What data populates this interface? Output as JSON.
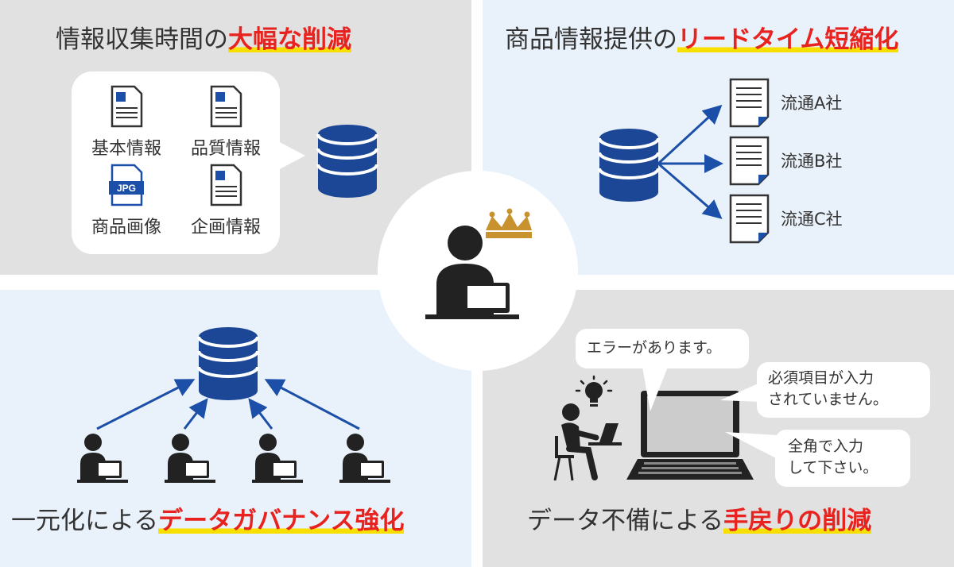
{
  "top_left": {
    "heading_plain": "情報収集時間の",
    "heading_highlight": "大幅な削減",
    "docs": [
      {
        "label": "基本情報",
        "icon": "document-icon"
      },
      {
        "label": "品質情報",
        "icon": "document-icon"
      },
      {
        "label": "商品画像",
        "icon": "jpg-file-icon",
        "badge": "JPG"
      },
      {
        "label": "企画情報",
        "icon": "document-icon"
      }
    ]
  },
  "top_right": {
    "heading_plain": "商品情報提供の",
    "heading_highlight": "リードタイム短縮化",
    "companies": [
      "流通A社",
      "流通B社",
      "流通C社"
    ]
  },
  "bottom_left": {
    "heading_plain": "一元化による",
    "heading_highlight": "データガバナンス強化"
  },
  "bottom_right": {
    "heading_plain": "データ不備による",
    "heading_highlight": "手戻りの削減",
    "messages": {
      "error": "エラーがあります。",
      "required_line1": "必須項目が入力",
      "required_line2": "されていません。",
      "fullwidth_line1": "全角で入力",
      "fullwidth_line2": "して下さい。"
    }
  },
  "colors": {
    "database_blue": "#1c4796",
    "arrow_blue": "#1c4fa8",
    "highlight_red": "#e8231f",
    "underline_yellow": "#f7e000",
    "crown_gold": "#c8922f",
    "gray_panel": "#e1e1e1",
    "blue_panel": "#e9f1fa"
  }
}
